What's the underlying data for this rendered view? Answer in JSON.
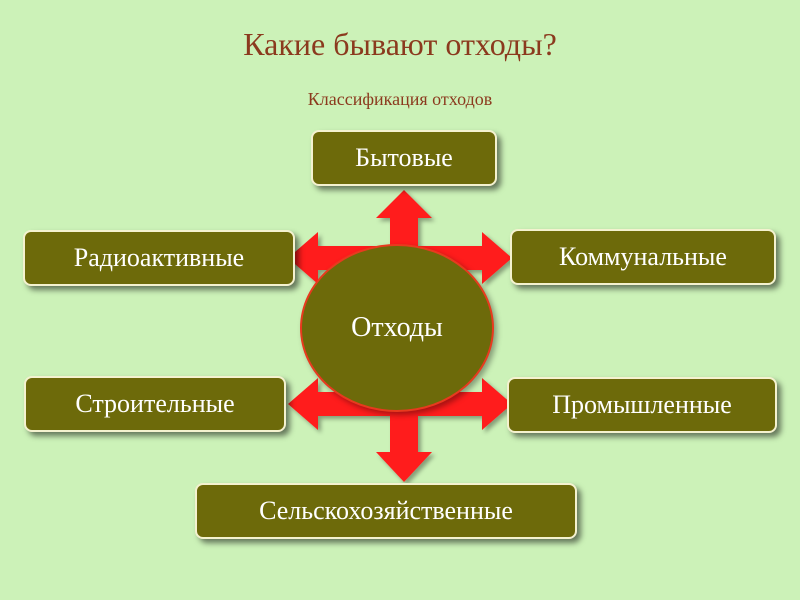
{
  "title": "Какие бывают отходы?",
  "subtitle": "Классификация отходов",
  "colors": {
    "background": "#ccf2b8",
    "box_fill": "#6d6a0a",
    "box_border": "#f4f2cf",
    "arrow": "#ff1e1e",
    "title_text": "#8b3a1e"
  },
  "center": {
    "label": "Отходы"
  },
  "categories": [
    "Бытовые",
    "Радиоактивные",
    "Коммунальные",
    "Строительные",
    "Промышленные",
    "Сельскохозяйственные"
  ]
}
